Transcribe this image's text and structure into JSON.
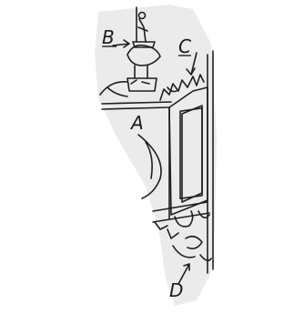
{
  "figure": {
    "labels": {
      "a": "A",
      "b": "B",
      "c": "C",
      "d": "D"
    }
  },
  "colors": {
    "background": "#ffffff",
    "paper": "#ebebeb",
    "ink": "#1f1f1f"
  }
}
